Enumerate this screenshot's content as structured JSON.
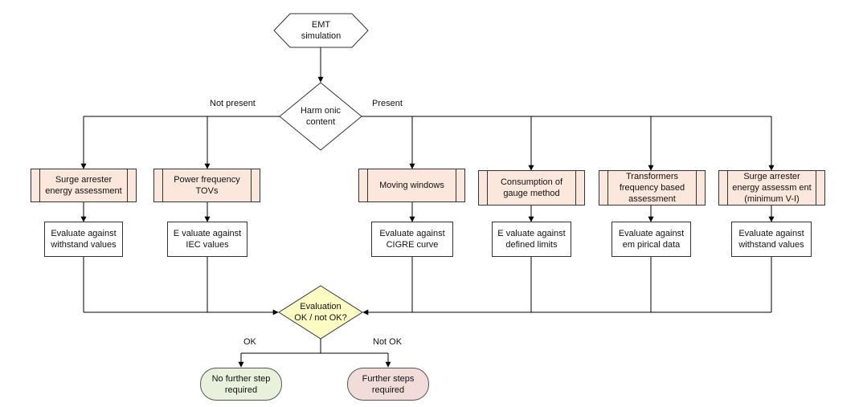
{
  "start": "EMT\nsimulation",
  "decision_harmonic": "Harm onic\ncontent",
  "branch_not_present": "Not present",
  "branch_present": "Present",
  "columns": [
    {
      "process": "Surge arrester\nenergy assessment",
      "evaluate": "Evaluate against\nwithstand values"
    },
    {
      "process": "Power frequency\nTOVs",
      "evaluate": "E valuate against\nIEC values"
    },
    {
      "process": "Moving windows",
      "evaluate": "Evaluate against\nCIGRE curve"
    },
    {
      "process": "Consumption of\ngauge method",
      "evaluate": "E valuate against\ndefined limits"
    },
    {
      "process": "Transformers\nfrequency based\nassessment",
      "evaluate": "Evaluate against\nem pirical data"
    },
    {
      "process": "Surge arrester\nenergy assessm ent\n(minimum V-I)",
      "evaluate": "Evaluate against\nwithstand values"
    }
  ],
  "decision_eval": "Evaluation\nOK / not OK?",
  "branch_ok": "OK",
  "branch_not_ok": "Not OK",
  "terminal_ok": "No further step\nrequired",
  "terminal_not_ok": "Further steps\nrequired",
  "colors": {
    "process_fill": "#fbe7dc",
    "decision_eval_fill": "#fdfbc4",
    "terminal_ok_fill": "#e8f1dc",
    "terminal_not_ok_fill": "#f2dcda",
    "line": "#000000"
  }
}
